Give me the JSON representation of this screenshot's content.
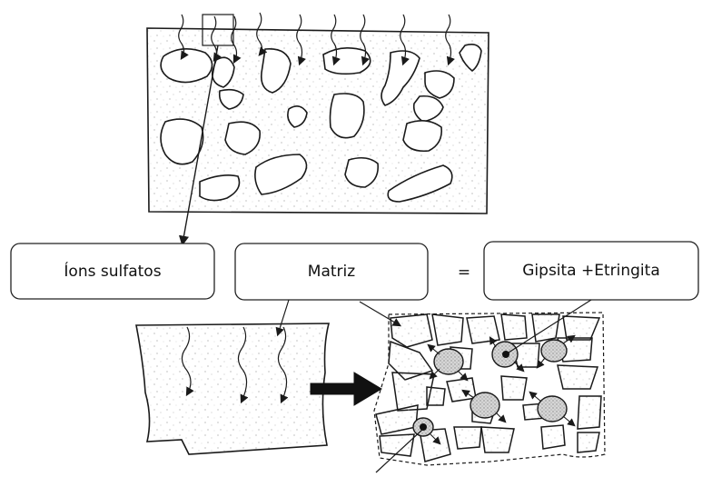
{
  "labels": {
    "ions": "Íons sulfatos",
    "matrix": "Matriz",
    "equals": "=",
    "products": "Gipsita +Etringita"
  },
  "colors": {
    "stroke": "#1a1a1a",
    "speckle": "#9a9a9a",
    "deposit": "#cfcfcf",
    "box_border": "#222222"
  }
}
